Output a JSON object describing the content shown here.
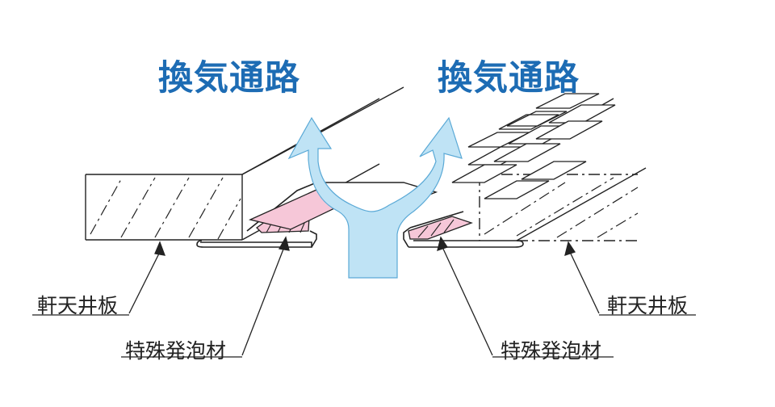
{
  "titles": {
    "left": "換気通路",
    "right": "換気通路"
  },
  "labels": {
    "soffit_left": "軒天井板",
    "foam_left": "特殊発泡材",
    "foam_right": "特殊発泡材",
    "soffit_right": "軒天井板"
  },
  "colors": {
    "title": "#1d6cb4",
    "airflow": "#bfe3f5",
    "airflow_stroke": "#5aa9d6",
    "foam": "#f6c7d8",
    "line": "#222222"
  }
}
